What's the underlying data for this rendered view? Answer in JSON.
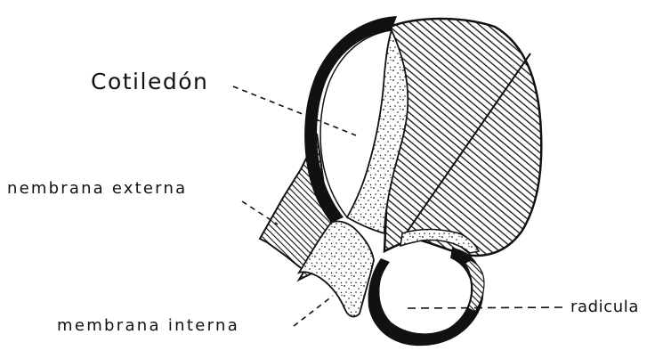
{
  "labels": {
    "cotiledon": "Cotiledón",
    "membrana_externa": "nembrana externa",
    "membrana_interna": "membrana interna",
    "radicula": "radicula"
  },
  "colors": {
    "ink": "#111111",
    "paper": "#ffffff"
  }
}
